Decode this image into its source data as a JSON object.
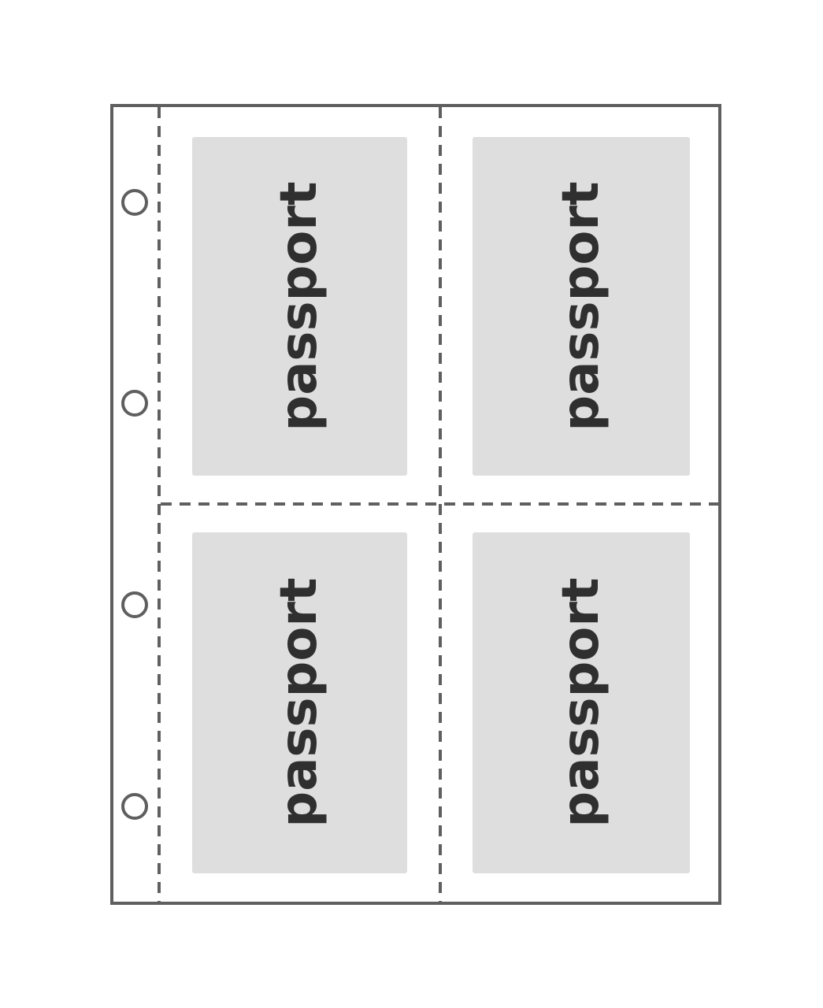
{
  "sheet": {
    "colors": {
      "outline": "#5f5f5f",
      "pocket_fill": "#dedede",
      "label": "#2f2f2f",
      "background": "#ffffff"
    },
    "binder_holes": 4,
    "pockets": [
      {
        "label": "passport"
      },
      {
        "label": "passport"
      },
      {
        "label": "passport"
      },
      {
        "label": "passport"
      }
    ]
  }
}
